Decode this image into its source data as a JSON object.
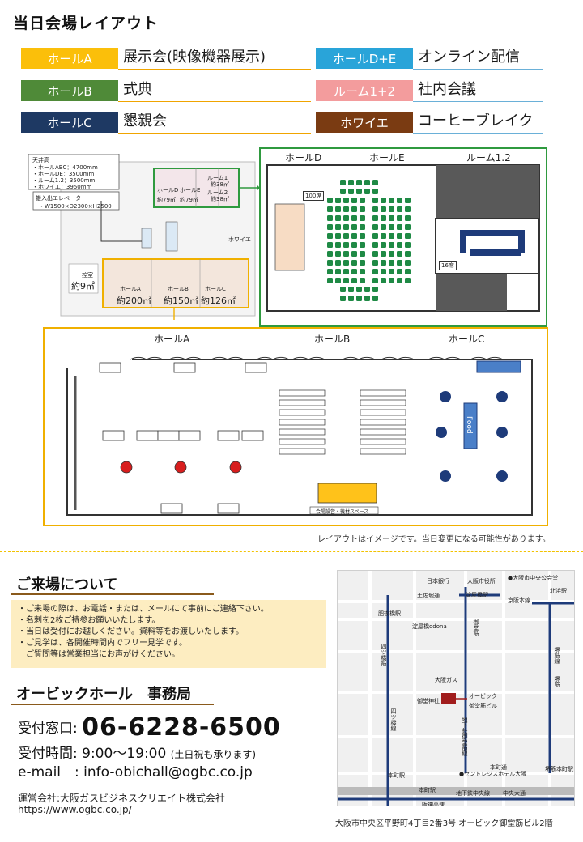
{
  "title": "当日会場レイアウト",
  "legend": [
    {
      "tag": "ホールA",
      "text": "展示会(映像機器展示)",
      "color": "#fbbf0a"
    },
    {
      "tag": "ホールB",
      "text": "式典",
      "color": "#4f8a38"
    },
    {
      "tag": "ホールC",
      "text": "懇親会",
      "color": "#1e3963"
    },
    {
      "tag": "ホールD+E",
      "text": "オンライン配信",
      "color": "#29a4d9"
    },
    {
      "tag": "ルーム1+2",
      "text": "社内会議",
      "color": "#f39c9d"
    },
    {
      "tag": "ホワイエ",
      "text": "コーヒーブレイク",
      "color": "#7a3b12"
    }
  ],
  "floor_overview": {
    "ceiling_title": "天井高",
    "ceiling_lines": [
      "・ホールABC：4700mm",
      "・ホールDE：3500mm",
      "・ルーム1.2：3500mm",
      "・ホワイエ：3950mm"
    ],
    "elevator_title": "搬入出エレベーター",
    "elevator_size": "・W1500×D2300×H2500",
    "labels": {
      "hall_d": "ホールD",
      "hall_e": "ホールE",
      "hall_d_area": "約79㎡",
      "hall_e_area": "約79㎡",
      "room1": "ルーム1",
      "room1_area": "約38㎡",
      "room2": "ルーム2",
      "room2_area": "約38㎡",
      "foyer": "ホワイエ",
      "waiting": "控室",
      "waiting_area": "約9㎡",
      "hall_a": "ホールA",
      "hall_a_area": "約200㎡",
      "hall_b": "ホールB",
      "hall_b_area": "約150㎡",
      "hall_c": "ホールC",
      "hall_c_area": "約126㎡"
    }
  },
  "de_plan": {
    "hall_d": "ホールD",
    "hall_e": "ホールE",
    "room12": "ルーム1.2",
    "tag100": "100席",
    "tag16": "16席"
  },
  "abc_plan": {
    "hall_a": "ホールA",
    "hall_b": "ホールB",
    "hall_c": "ホールC",
    "food": "Food",
    "stage": "会場設営・機材スペース"
  },
  "layout_note": "レイアウトはイメージです。当日変更になる可能性があります。",
  "visit": {
    "heading": "ご来場について",
    "notes": [
      "・ご来場の際は、お電話・または、メールにて事前にご連絡下さい。",
      "・名刺を2枚ご持参お願いいたします。",
      "・当日は受付にお越しください。資料等をお渡しいたします。",
      "・ご見学は、各開催時間内でフリー見学です。",
      "　ご質問等は営業担当にお声がけください。"
    ]
  },
  "office": {
    "heading": "オービックホール　事務局",
    "phone_label": "受付窓口:",
    "phone": "06-6228-6500",
    "hours_label": "受付時間:",
    "hours": "9:00〜19:00",
    "hours_note": "(土日祝も承ります)",
    "email_label": "e-mail　:",
    "email": "info-obichall@ogbc.co.jp"
  },
  "footer": {
    "operator": "運営会社:大阪ガスビジネスクリエイト株式会社",
    "url": "https://www.ogbc.co.jp/"
  },
  "map": {
    "labels": {
      "nihon_ginko": "日本銀行",
      "osaka_shiyakusho": "大阪市役所",
      "kokaido": "●大阪市中央公会堂",
      "tosabori": "土佐堀通",
      "yodoyabashi_st": "淀屋橋駅",
      "keihan": "京阪本線",
      "kitahama": "北浜駅",
      "higobashi": "肥後橋駅",
      "yodoyabashi_odona": "淀屋橋odona",
      "yotsubashi": "四ツ橋線",
      "midosuji_line": "地下鉄御堂筋線",
      "sakaisuji": "堺筋線",
      "hanshin": "阪神高速",
      "osaka_gas": "大阪ガス",
      "midosuji_jinja": "御堂神社",
      "obic_name1": "オービック",
      "obic_name2": "御堂筋ビル",
      "honmachi_dori": "本町通",
      "centrex": "●セントレジスホテル大阪",
      "honmachi_st": "本町駅",
      "chuo_line": "地下鉄中央線",
      "chuo_odori": "中央大通",
      "sakaisuji_honmachi": "堺筋本町駅",
      "sakaisuji_lbl": "堺筋",
      "midosuji": "御堂筋",
      "yotsubashi_suji": "四ツ橋筋",
      "honmachi_st2": "本町駅"
    }
  },
  "address": "大阪市中央区平野町4丁目2番3号 オービック御堂筋ビル2階"
}
